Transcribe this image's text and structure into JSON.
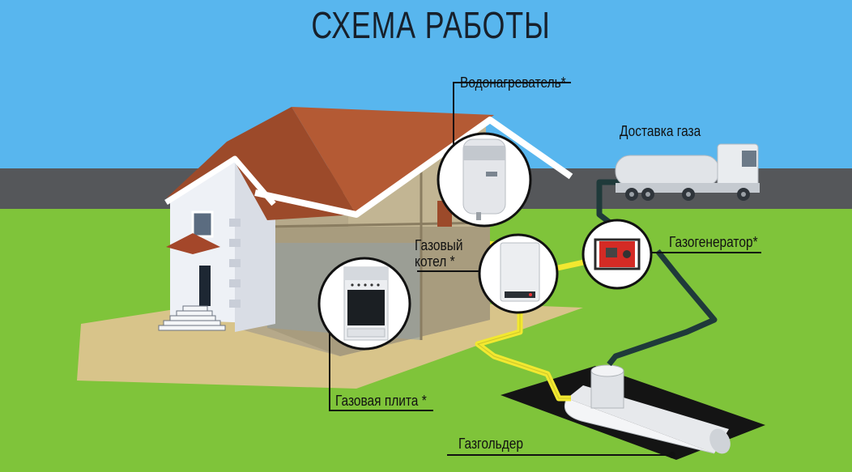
{
  "title": "СХЕМА РАБОТЫ",
  "labels": {
    "water_heater": "Водонагреватель",
    "boiler_line1": "Газовый",
    "boiler_line2": "котел",
    "gas_delivery": "Доставка газа",
    "generator": "Газогенератор",
    "stove": "Газовая плита",
    "gasholder": "Газгольдер",
    "asterisk": "*"
  },
  "colors": {
    "sky": "#58b6ee",
    "grass": "#7fc43a",
    "road": "#55575a",
    "roof": "#9c4a2a",
    "pipe_gas": "#f2e830",
    "pipe_supply": "#1f3a3a",
    "wall": "#eef1f6",
    "interior": "#b6a98a"
  }
}
